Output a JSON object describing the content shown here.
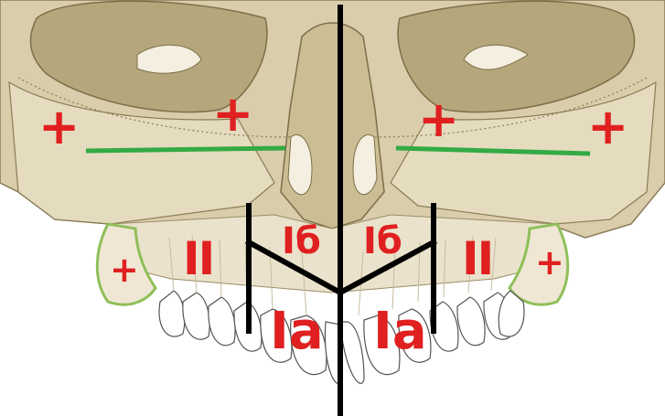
{
  "labels": {
    "plus_top_left_outer": "+",
    "plus_top_left_inner": "+",
    "plus_top_right_inner": "+",
    "plus_top_right_outer": "+",
    "plus_bottom_left": "+",
    "plus_bottom_right": "+",
    "zone_ii_left": "II",
    "zone_ii_right": "II",
    "zone_ib_left": "Iб",
    "zone_ib_right": "Iб",
    "zone_ia_left": "Ia",
    "zone_ia_right": "Ia"
  },
  "colors": {
    "bone": "#d8ccab",
    "bone_light": "#e7ddc2",
    "bone_dark": "#b9aa82",
    "outline": "#8a7c55",
    "teeth": "#ffffff",
    "label_red": "#e02020",
    "green_line": "#33aa44",
    "green_outline": "#8fbf5a",
    "black_line": "#000000"
  }
}
